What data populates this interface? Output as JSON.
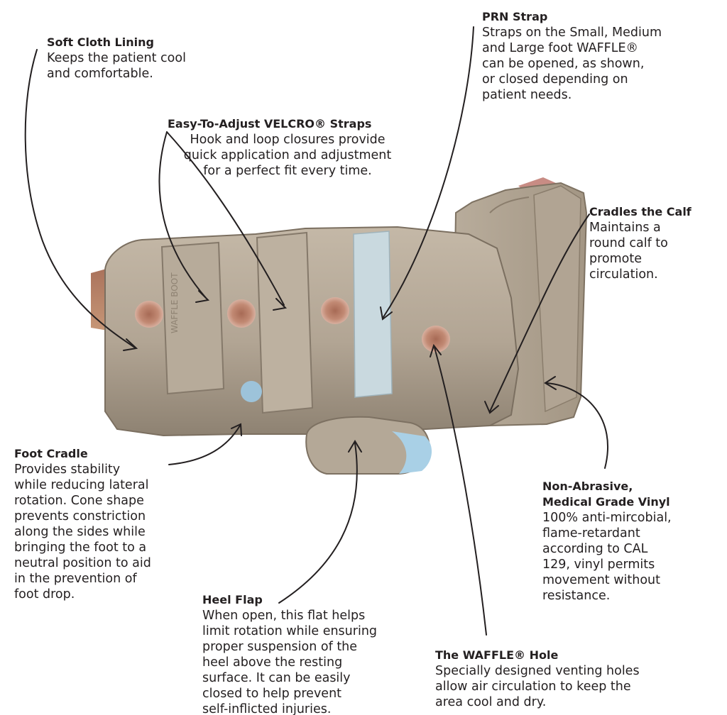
{
  "callouts": {
    "soft_cloth_lining": {
      "title": "Soft Cloth Lining",
      "text": "Keeps the patient cool\nand comfortable."
    },
    "velcro_straps": {
      "title": "Easy-To-Adjust VELCRO® Straps",
      "text": "Hook and loop closures provide\nquick application and adjustment\nfor a perfect fit every time."
    },
    "prn_strap": {
      "title": "PRN Strap",
      "text": "Straps on the Small, Medium\nand Large foot WAFFLE®\ncan be opened, as shown,\nor closed depending on\npatient needs."
    },
    "cradles_the_calf": {
      "title": "Cradles the Calf",
      "text": "Maintains a\nround calf to\npromote\ncirculation."
    },
    "foot_cradle": {
      "title": "Foot Cradle",
      "text": "Provides stability\nwhile reducing lateral\nrotation. Cone shape\nprevents constriction\nalong the sides while\nbringing the foot to a\nneutral position to aid\nin the prevention of\nfoot drop."
    },
    "non_abrasive_vinyl": {
      "title_line1": "Non-Abrasive,",
      "title_line2": "Medical Grade Vinyl",
      "text": "100% anti-mircobial,\nflame-retardant\naccording to CAL\n129, vinyl permits\nmovement without\nresistance."
    },
    "heel_flap": {
      "title": "Heel Flap",
      "text": "When open, this flat helps\nlimit rotation while ensuring\nproper suspension of the\nheel above the resting\nsurface.  It can be easily\nclosed to help prevent\nself-inflicted injuries."
    },
    "waffle_hole": {
      "title": "The WAFFLE® Hole",
      "text": "Specially designed venting holes\nallow air circulation to keep the\narea cool and dry."
    }
  },
  "product_stamp": "WAFFLE BOOT",
  "colors": {
    "vinyl": "#b4a898",
    "vinyl_shadow": "#8c8070",
    "strap": "#c8d8e0",
    "lining": "#b8d4e6",
    "skin": "#c6906c",
    "hole": "#d69c88",
    "text": "#231f20"
  }
}
